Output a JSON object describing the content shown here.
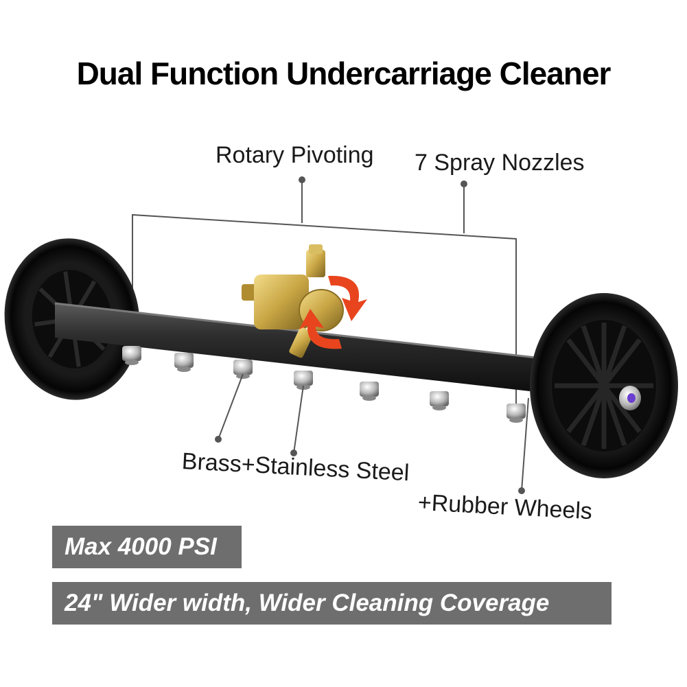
{
  "title": "Dual Function Undercarriage Cleaner",
  "callouts": {
    "rotary": "Rotary Pivoting",
    "nozzles": "7 Spray Nozzles",
    "material": "Brass+Stainless Steel",
    "wheels": "+Rubber Wheels"
  },
  "banners": {
    "psi": "Max 4000 PSI",
    "width": "24\" Wider width, Wider Cleaning Coverage"
  },
  "colors": {
    "banner_bg": "#6e6e6e",
    "arrow": "#e8451e",
    "brass": "#c9a645",
    "bar": "#2b2b2b"
  }
}
